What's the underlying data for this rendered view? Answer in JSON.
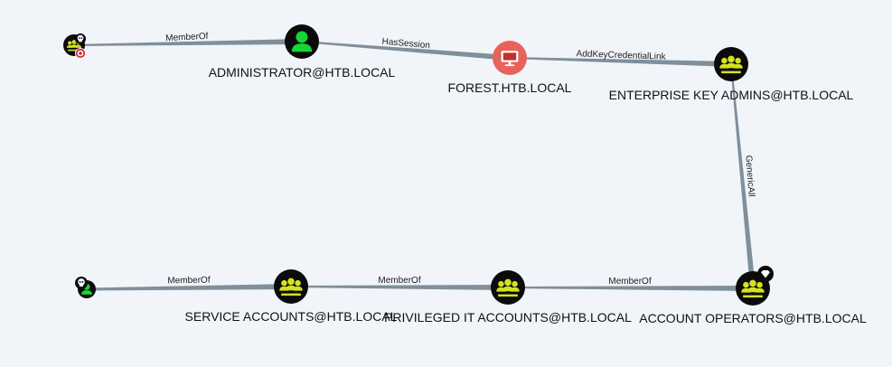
{
  "colors": {
    "background": "#f1f4f9",
    "edge": "#7f8f9b",
    "node_fill": "#0b0b0b",
    "group_icon": "#d4e21f",
    "user_icon": "#17d63a",
    "computer_node": "#e8625b",
    "target_badge": "#d8263a"
  },
  "nodes": [
    {
      "id": "owned_group",
      "type": "group",
      "icon": "group-icon",
      "badges": [
        "owned-icon",
        "target-icon"
      ],
      "label": ""
    },
    {
      "id": "administrator",
      "type": "user",
      "icon": "user-icon",
      "label": "ADMINISTRATOR@HTB.LOCAL"
    },
    {
      "id": "forest",
      "type": "computer",
      "icon": "computer-icon",
      "label": "FOREST.HTB.LOCAL"
    },
    {
      "id": "enterprise_key_admins",
      "type": "group",
      "icon": "group-icon",
      "label": "ENTERPRISE KEY ADMINS@HTB.LOCAL"
    },
    {
      "id": "account_operators",
      "type": "group",
      "icon": "group-icon",
      "badges": [
        "high-value-icon"
      ],
      "label": "ACCOUNT OPERATORS@HTB.LOCAL"
    },
    {
      "id": "privileged_it",
      "type": "group",
      "icon": "group-icon",
      "label": "PRIVILEGED IT ACCOUNTS@HTB.LOCAL"
    },
    {
      "id": "service_accounts",
      "type": "group",
      "icon": "group-icon",
      "label": "SERVICE ACCOUNTS@HTB.LOCAL"
    },
    {
      "id": "owned_user",
      "type": "user",
      "icon": "user-icon",
      "badges": [
        "owned-icon"
      ],
      "label": ""
    }
  ],
  "edges": [
    {
      "from": "owned_group",
      "to": "administrator",
      "label": "MemberOf"
    },
    {
      "from": "administrator",
      "to": "forest",
      "label": "HasSession"
    },
    {
      "from": "forest",
      "to": "enterprise_key_admins",
      "label": "AddKeyCredentialLink"
    },
    {
      "from": "enterprise_key_admins",
      "to": "account_operators",
      "label": "GenericAll"
    },
    {
      "from": "owned_user",
      "to": "service_accounts",
      "label": "MemberOf"
    },
    {
      "from": "service_accounts",
      "to": "privileged_it",
      "label": "MemberOf"
    },
    {
      "from": "privileged_it",
      "to": "account_operators",
      "label": "MemberOf"
    }
  ]
}
